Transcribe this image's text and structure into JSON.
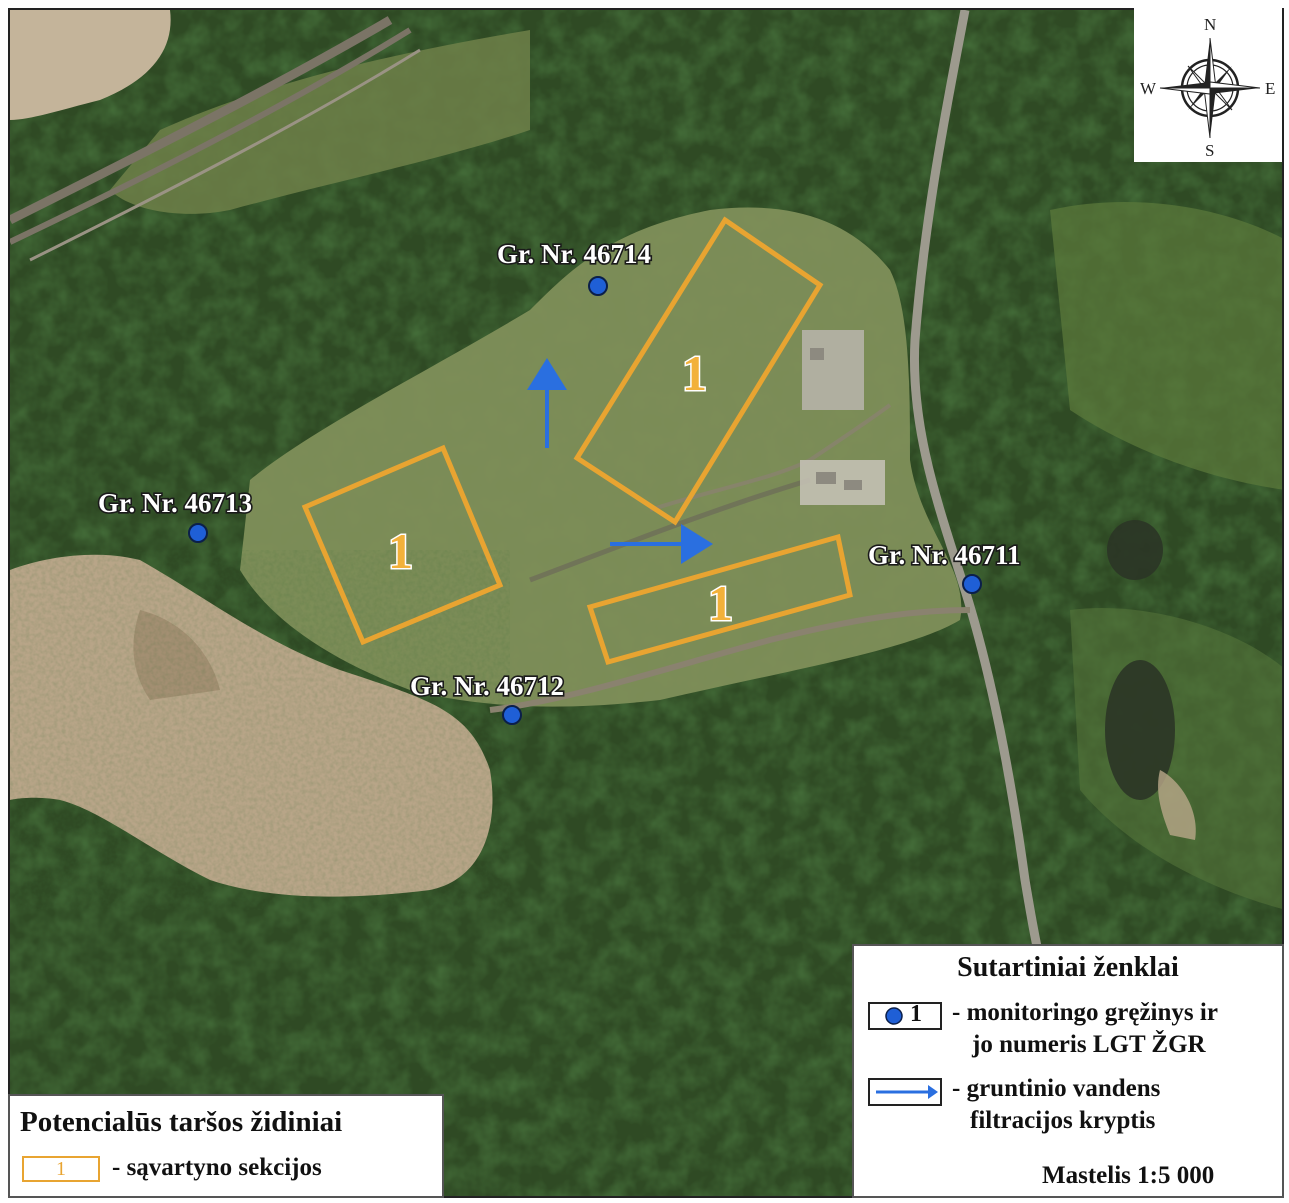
{
  "map": {
    "wells": [
      {
        "label": "Gr. Nr. 46714"
      },
      {
        "label": "Gr. Nr. 46713"
      },
      {
        "label": "Gr. Nr. 46711"
      },
      {
        "label": "Gr. Nr. 46712"
      }
    ],
    "sections": [
      {
        "number": "1"
      },
      {
        "number": "1"
      },
      {
        "number": "1"
      }
    ],
    "colors": {
      "section_outline": "#e8a431",
      "well_marker": "#1f5fd6",
      "flow_arrow": "#2a6fe0"
    }
  },
  "compass": {
    "n": "N",
    "e": "E",
    "s": "S",
    "w": "W"
  },
  "legend_left": {
    "title": "Potencialūs taršos židiniai",
    "swatch_label": "1",
    "description": "- sąvartyno sekcijos"
  },
  "legend_right": {
    "title": "Sutartiniai ženklai",
    "well_swatch_label": "1",
    "well_desc_line1": "- monitoringo gręžinys ir",
    "well_desc_line2": "jo numeris LGT ŽGR",
    "flow_desc_line1": "- gruntinio vandens",
    "flow_desc_line2": "filtracijos kryptis",
    "scale": "Mastelis 1:5 000"
  }
}
